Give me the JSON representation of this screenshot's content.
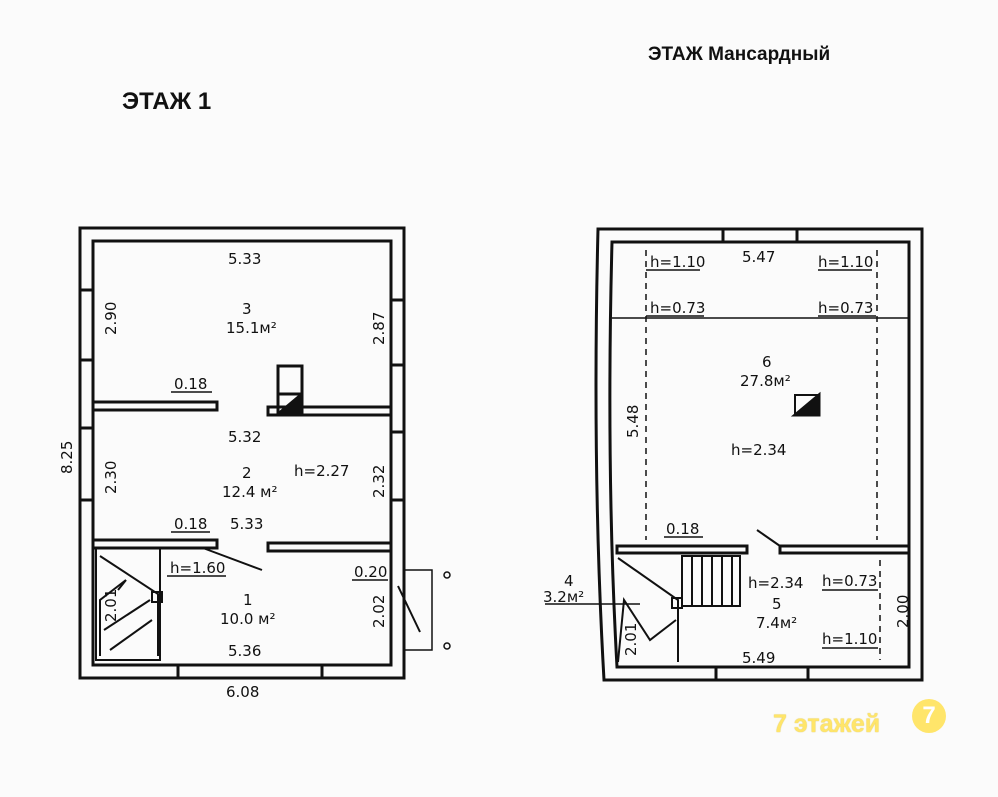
{
  "titles": {
    "floor1": "ЭТАЖ 1",
    "attic": "ЭТАЖ Мансардный"
  },
  "floor1": {
    "room3": {
      "number": "3",
      "area": "15.1м²",
      "width_top": "5.33",
      "side_left": "2.90",
      "side_right": "2.87"
    },
    "wall_thickness_upper": "0.18",
    "room2": {
      "number": "2",
      "area": "12.4 м²",
      "width_top": "5.32",
      "height": "h=2.27",
      "side_left": "2.30",
      "side_right": "2.32",
      "width_bottom": "5.33"
    },
    "wall_thickness_lower": "0.18",
    "room1": {
      "number": "1",
      "area": "10.0 м²",
      "height": "h=1.60",
      "side_left": "2.01",
      "side_right": "2.02",
      "width_bottom": "5.36"
    },
    "door_thickness": "0.20",
    "overall_depth": "8.25",
    "overall_width": "6.08"
  },
  "attic": {
    "room6": {
      "number": "6",
      "area": "27.8м²",
      "width_top": "5.47",
      "side_left": "5.48",
      "height": "h=2.34"
    },
    "h_top_left": "h=1.10",
    "h_top_right": "h=1.10",
    "h_mid_left": "h=0.73",
    "h_mid_right": "h=0.73",
    "wall_thickness": "0.18",
    "room4": {
      "number": "4",
      "area": "3.2м²"
    },
    "room5": {
      "number": "5",
      "area": "7.4м²",
      "height": "h=2.34",
      "h_right_top": "h=0.73",
      "h_right_bottom": "h=1.10",
      "side_left": "2.01",
      "side_right": "2.00",
      "width_bottom": "5.49"
    }
  },
  "watermark": {
    "text": "7 этажей",
    "badge": "7"
  },
  "colors": {
    "line": "#111111",
    "watermark": "#ffe56a"
  }
}
